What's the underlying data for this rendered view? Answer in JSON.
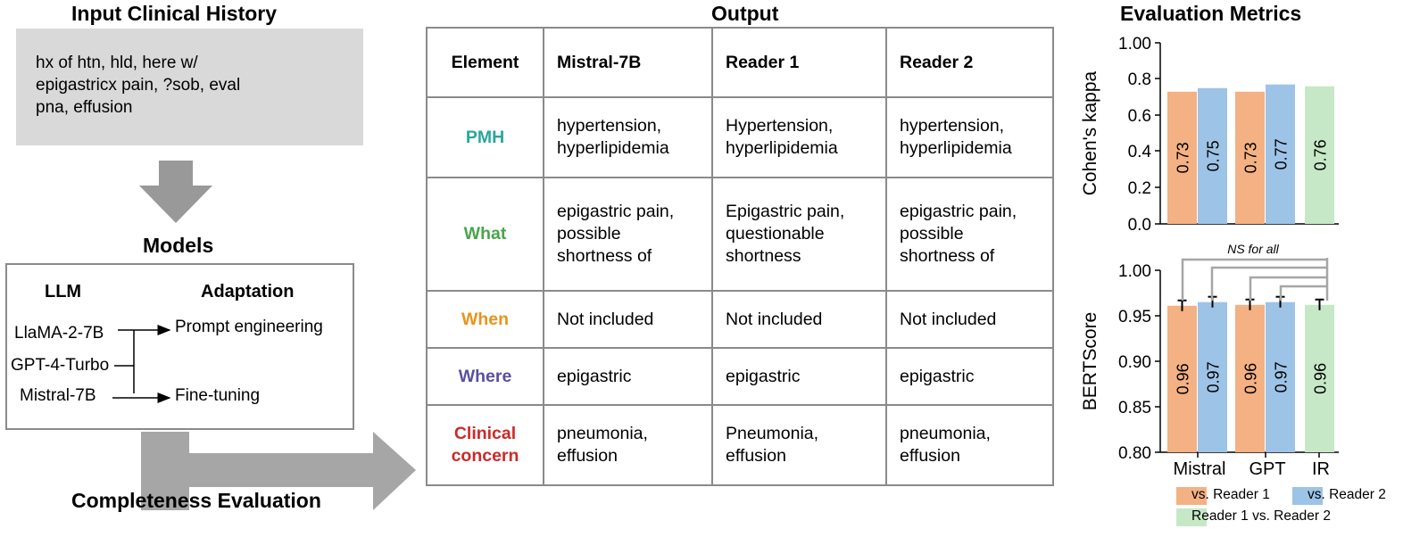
{
  "input": {
    "title": "Input Clinical History",
    "lines": [
      "hx of htn, hld, here w/",
      "epigastricx pain, ?sob, eval",
      "pna, effusion"
    ]
  },
  "models": {
    "title": "Models",
    "llm_header": "LLM",
    "adaptation_header": "Adaptation",
    "llms": [
      "LlaMA-2-7B",
      "GPT-4-Turbo",
      "Mistral-7B"
    ],
    "adaptations": [
      "Prompt engineering",
      "Fine-tuning"
    ]
  },
  "completeness_label": "Completeness Evaluation",
  "output": {
    "title": "Output",
    "headers": [
      "Element",
      "Mistral-7B",
      "Reader 1",
      "Reader 2"
    ],
    "rows": [
      {
        "element": "PMH",
        "color": "#2aa79b",
        "cells": [
          [
            "hypertension,",
            "hyperlipidemia"
          ],
          [
            "Hypertension,",
            "hyperlipidemia"
          ],
          [
            "hypertension,",
            "hyperlipidemia"
          ]
        ]
      },
      {
        "element": "What",
        "color": "#4aa54a",
        "cells": [
          [
            "epigastric pain,",
            "possible",
            "shortness of"
          ],
          [
            "Epigastric pain,",
            "questionable",
            "shortness"
          ],
          [
            "epigastric pain,",
            "possible",
            "shortness of"
          ]
        ]
      },
      {
        "element": "When",
        "color": "#e8941a",
        "cells": [
          [
            "Not included"
          ],
          [
            "Not included"
          ],
          [
            "Not included"
          ]
        ]
      },
      {
        "element": "Where",
        "color": "#5a4fa3",
        "cells": [
          [
            "epigastric"
          ],
          [
            "epigastric"
          ],
          [
            "epigastric"
          ]
        ]
      },
      {
        "element_lines": [
          "Clinical",
          "concern"
        ],
        "color": "#cc2a2a",
        "cells": [
          [
            "pneumonia,",
            "effusion"
          ],
          [
            "Pneumonia,",
            "effusion"
          ],
          [
            "pneumonia,",
            "effusion"
          ]
        ]
      }
    ]
  },
  "metrics": {
    "title": "Evaluation Metrics",
    "colors": {
      "vs_reader1": "#f4b183",
      "vs_reader2": "#9dc3e6",
      "reader1_vs_reader2": "#c6e8c6"
    },
    "legend": [
      "vs. Reader 1",
      "vs. Reader 2",
      "Reader 1 vs. Reader 2"
    ],
    "significance_note": "NS for all"
  },
  "chart_data": [
    {
      "type": "bar",
      "ylabel": "Cohen's kappa",
      "ylim": [
        0.0,
        1.0
      ],
      "yticks": [
        "0.0",
        "0.2",
        "0.4",
        "0.6",
        "0.8",
        "1.00"
      ],
      "bars": [
        {
          "group": "Mistral",
          "series": "vs. Reader 1",
          "value": 0.73,
          "label": "0.73"
        },
        {
          "group": "Mistral",
          "series": "vs. Reader 2",
          "value": 0.75,
          "label": "0.75"
        },
        {
          "group": "GPT",
          "series": "vs. Reader 1",
          "value": 0.73,
          "label": "0.73"
        },
        {
          "group": "GPT",
          "series": "vs. Reader 2",
          "value": 0.77,
          "label": "0.77"
        },
        {
          "group": "IR",
          "series": "Reader 1 vs. Reader 2",
          "value": 0.76,
          "label": "0.76"
        }
      ]
    },
    {
      "type": "bar",
      "ylabel": "BERTScore",
      "ylim": [
        0.8,
        1.0
      ],
      "yticks": [
        "0.80",
        "0.85",
        "0.90",
        "0.95",
        "1.00"
      ],
      "categories": [
        "Mistral",
        "GPT",
        "IR"
      ],
      "bars": [
        {
          "group": "Mistral",
          "series": "vs. Reader 1",
          "value": 0.961,
          "label": "0.96"
        },
        {
          "group": "Mistral",
          "series": "vs. Reader 2",
          "value": 0.965,
          "label": "0.97"
        },
        {
          "group": "GPT",
          "series": "vs. Reader 1",
          "value": 0.962,
          "label": "0.96"
        },
        {
          "group": "GPT",
          "series": "vs. Reader 2",
          "value": 0.965,
          "label": "0.97"
        },
        {
          "group": "IR",
          "series": "Reader 1 vs. Reader 2",
          "value": 0.962,
          "label": "0.96"
        }
      ]
    }
  ]
}
